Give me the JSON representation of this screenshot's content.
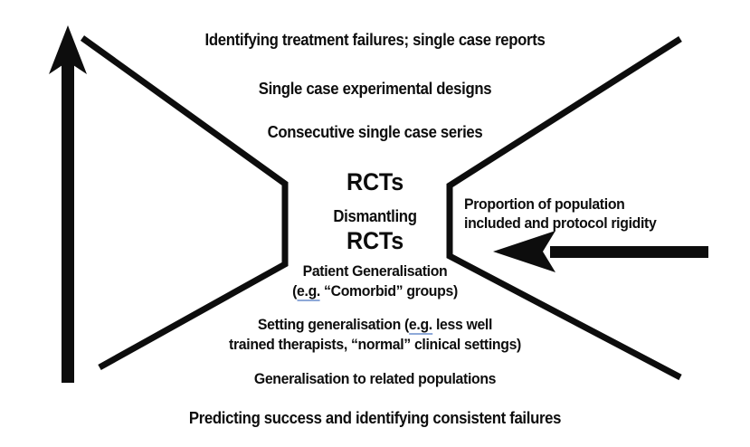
{
  "diagram": {
    "title": "Research evidence funnel / hourglass diagram",
    "ink_color": "#0d0d0d",
    "background_color": "#ffffff",
    "eg_underline_color": "#8ea9d8",
    "labels": {
      "line1": "Identifying treatment failures; single case reports",
      "line2": "Single case experimental designs",
      "line3": "Consecutive single case series",
      "rcts_top": "RCTs",
      "dismantling": "Dismantling",
      "rcts_bottom": "RCTs",
      "patient_generalisation": "Patient Generalisation",
      "comorbid_open": "(",
      "comorbid_eg": "e.g.",
      "comorbid_rest": " “Comorbid” groups)",
      "setting_pre": "Setting generalisation (",
      "setting_eg": "e.g.",
      "setting_post": " less well",
      "setting_line2": "trained therapists, “normal” clinical settings)",
      "generalisation_related": "Generalisation to related populations",
      "predicting": "Predicting success and identifying consistent failures"
    },
    "right_caption": {
      "line1": "Proportion of population",
      "line2": "included and protocol rigidity"
    },
    "arrows": {
      "vertical_arrow_name": "upward-arrow",
      "horizontal_arrow_name": "leftward-arrow"
    }
  }
}
